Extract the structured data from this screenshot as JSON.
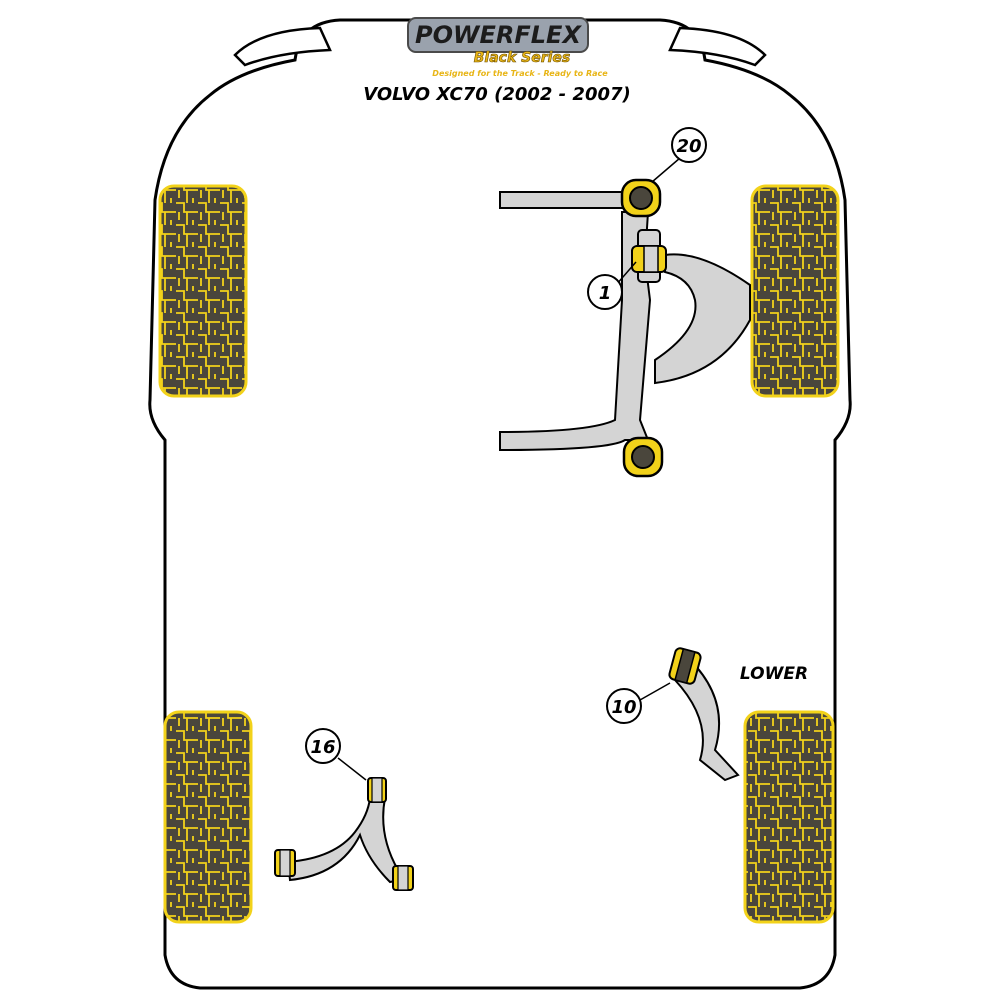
{
  "brand": {
    "name": "POWERFLEX",
    "series": "Black Series",
    "tagline": "Designed for the Track - Ready to Race"
  },
  "vehicle": {
    "model": "VOLVO XC70 (2002 - 2007)"
  },
  "callouts": [
    {
      "id": "front-bush-1",
      "number": "1"
    },
    {
      "id": "front-bush-20",
      "number": "20"
    },
    {
      "id": "rear-bush-10",
      "number": "10"
    },
    {
      "id": "rear-bush-16",
      "number": "16"
    }
  ],
  "labels": {
    "lower": "LOWER"
  },
  "colors": {
    "tyre_fill": "#4a463c",
    "tyre_tread": "#f2d21a",
    "bush_yellow": "#f2d21a",
    "arm_grey": "#d4d4d4",
    "outline": "#000000"
  }
}
